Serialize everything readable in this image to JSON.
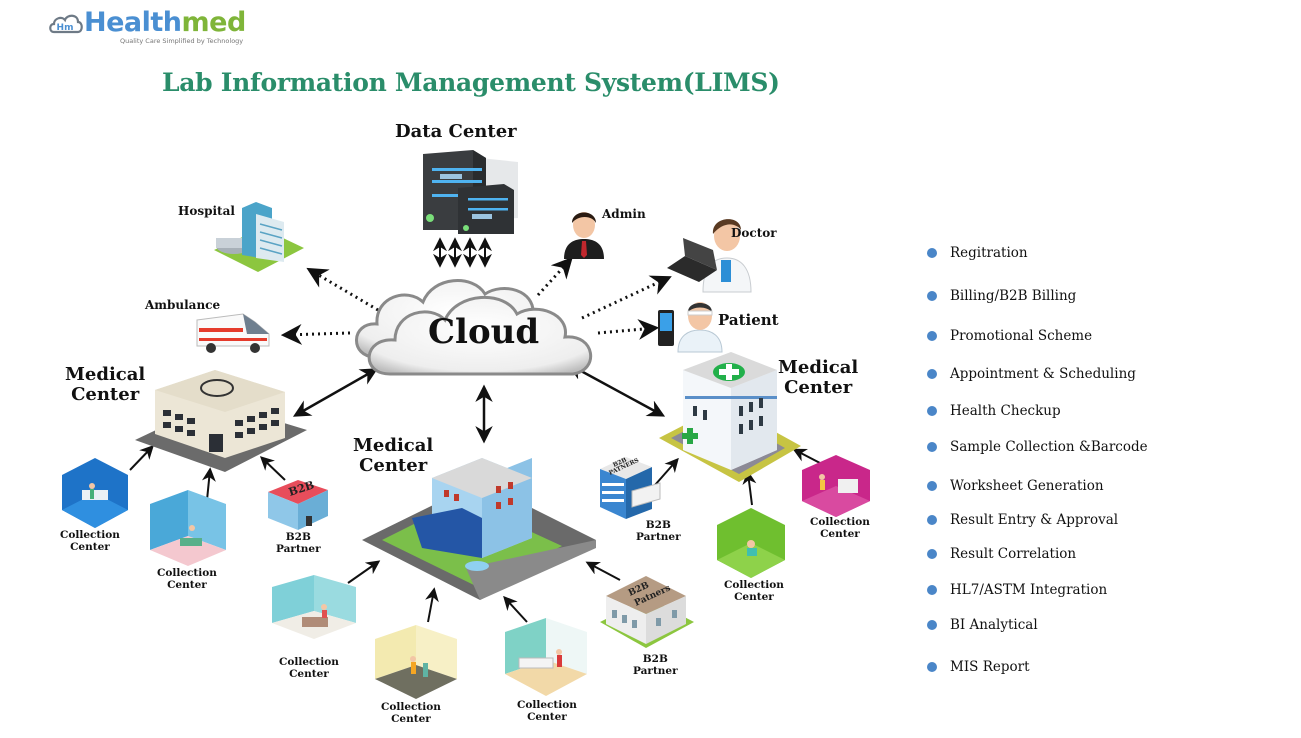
{
  "brand": {
    "logo_mark": "Hm",
    "name_part1": "Health",
    "name_part2": "med",
    "tagline": "Quality Care Simplified by Technology",
    "colors": {
      "blue": "#4a8fd2",
      "green": "#7fb539"
    }
  },
  "title": "Lab Information Management System(LIMS)",
  "title_color": "#2a8d6a",
  "diagram": {
    "cloud": {
      "label": "Cloud",
      "icon": "cloud-icon"
    },
    "data_center": {
      "label": "Data Center",
      "icon": "server-rack-icon"
    },
    "hospital": {
      "label": "Hospital",
      "icon": "hospital-building-icon"
    },
    "ambulance": {
      "label": "Ambulance",
      "icon": "ambulance-icon"
    },
    "admin": {
      "label": "Admin",
      "icon": "admin-user-icon"
    },
    "doctor": {
      "label": "Doctor",
      "icon": "doctor-laptop-icon"
    },
    "patient": {
      "label": "Patient",
      "icon": "patient-mobile-icon"
    },
    "medical_centers": [
      {
        "label_line1": "Medical",
        "label_line2": "Center",
        "children": [
          {
            "line1": "Collection",
            "line2": "Center"
          },
          {
            "line1": "Collection",
            "line2": "Center"
          },
          {
            "line1": "B2B",
            "line2": "Partner",
            "sign": "B2B"
          }
        ]
      },
      {
        "label_line1": "Medical",
        "label_line2": "Center",
        "children": [
          {
            "line1": "Collection",
            "line2": "Center"
          },
          {
            "line1": "Collection",
            "line2": "Center"
          },
          {
            "line1": "Collection",
            "line2": "Center"
          },
          {
            "line1": "B2B",
            "line2": "Partner",
            "sign_line1": "B2B",
            "sign_line2": "Patners"
          }
        ]
      },
      {
        "label_line1": "Medical",
        "label_line2": "Center",
        "children": [
          {
            "line1": "B2B",
            "line2": "Partner",
            "sign_line1": "B2B",
            "sign_line2": "PATNERS"
          },
          {
            "line1": "Collection",
            "line2": "Center"
          },
          {
            "line1": "Collection",
            "line2": "Center"
          }
        ]
      }
    ]
  },
  "features": [
    "Regitration",
    "Billing/B2B Billing",
    "Promotional Scheme",
    "Appointment & Scheduling",
    "Health Checkup",
    "Sample Collection &Barcode",
    "Worksheet Generation",
    "Result Entry & Approval",
    "Result Correlation",
    "HL7/ASTM Integration",
    "BI Analytical",
    "MIS Report"
  ],
  "bullet_color": "#4a86c8"
}
